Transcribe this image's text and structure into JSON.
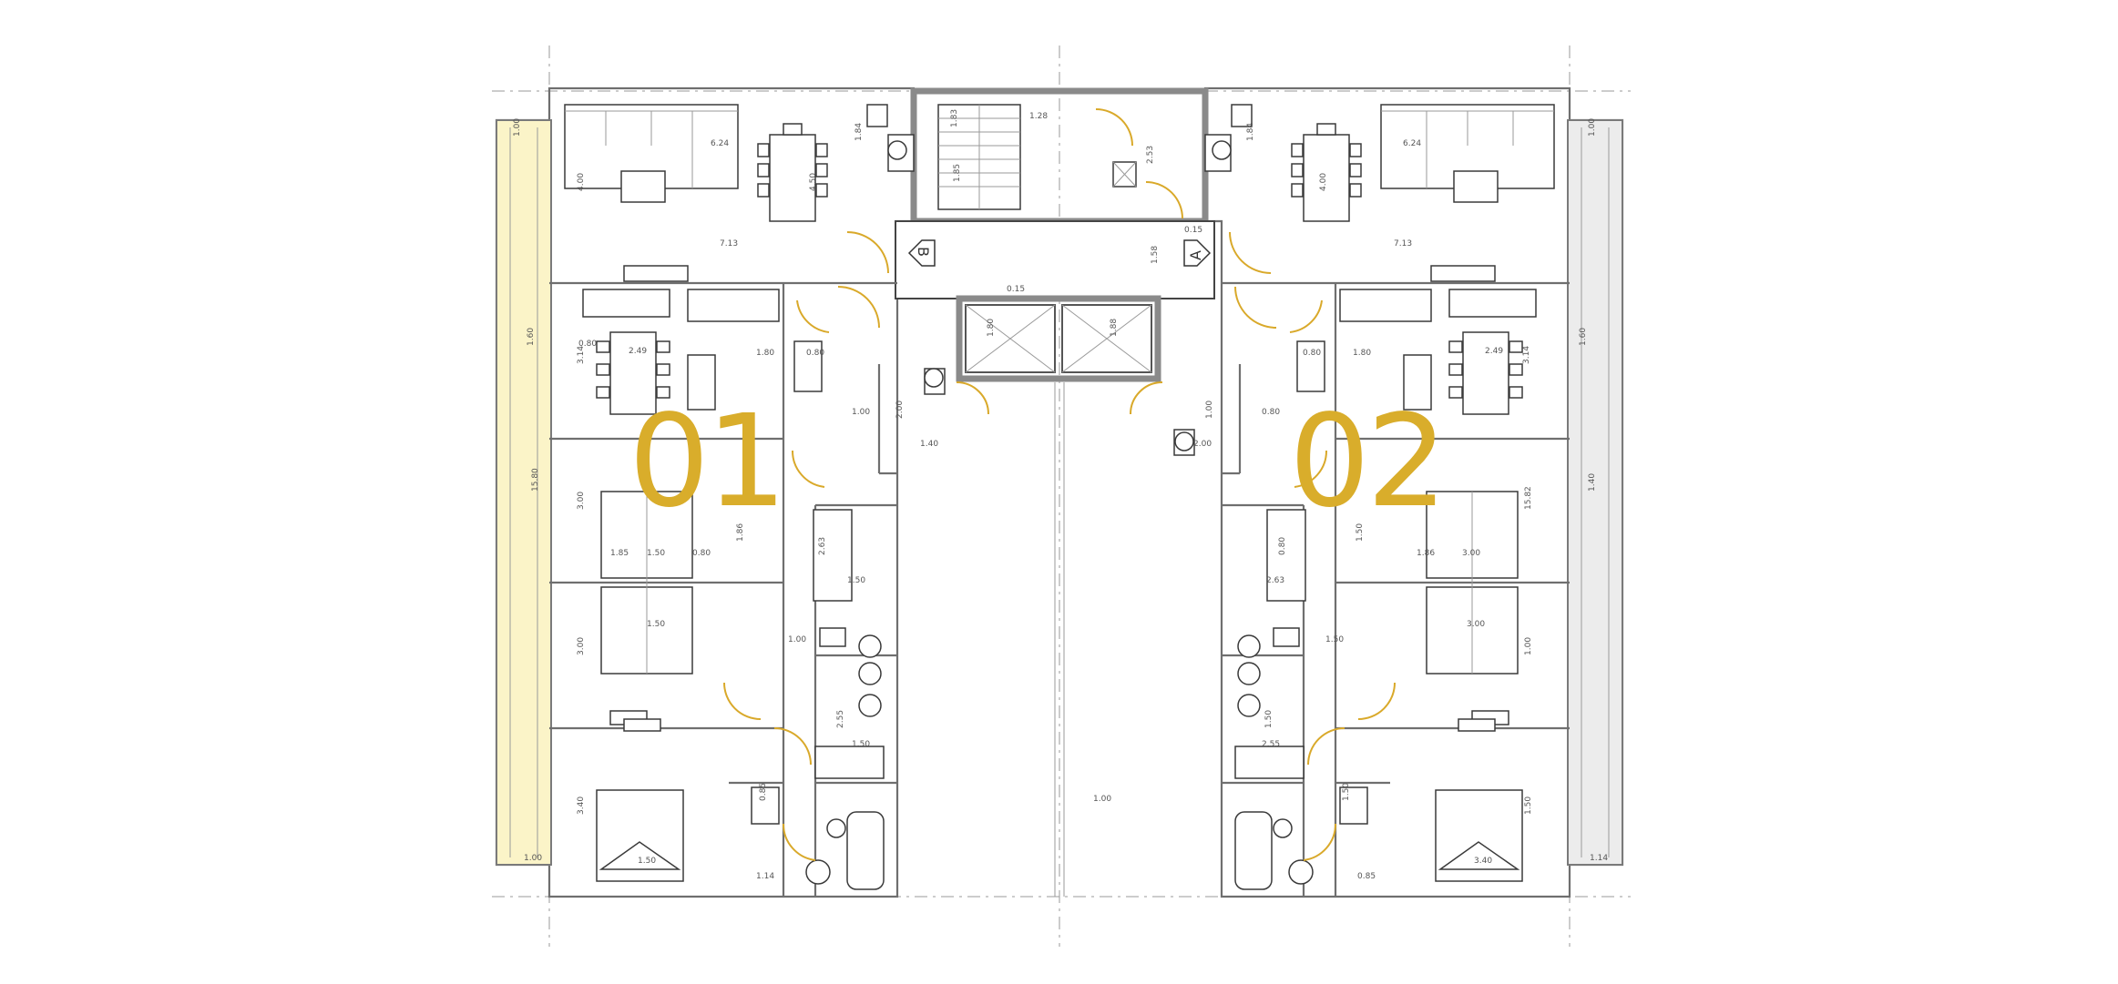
{
  "units": [
    {
      "id": "unit-01",
      "label": "01",
      "fill": "#fdf9dc"
    },
    {
      "id": "unit-02",
      "label": "02",
      "fill": "#f4f4f4"
    }
  ],
  "stair_labels": {
    "left": "B",
    "right": "A"
  },
  "colors": {
    "accent": "#d9ad2b",
    "wall": "#6f6f6f",
    "door": "#d9a92a"
  },
  "dimensions": {
    "left": [
      "1.00",
      "4.00",
      "7.13",
      "6.24",
      "4.50",
      "1.84",
      "1.60",
      "3.14",
      "2.49",
      "0.80",
      "1.80",
      "0.80",
      "1.00",
      "2.00",
      "1.40",
      "15.80",
      "3.00",
      "1.50",
      "1.86",
      "0.80",
      "1.85",
      "2.63",
      "1.50",
      "1.00",
      "3.00",
      "1.50",
      "2.55",
      "1.50",
      "3.40",
      "1.50",
      "0.85",
      "1.14",
      "1.00"
    ],
    "right": [
      "1.00",
      "4.00",
      "7.13",
      "6.24",
      "1.84",
      "1.60",
      "3.14",
      "2.49",
      "0.80",
      "1.80",
      "0.80",
      "1.00",
      "2.00",
      "1.40",
      "15.82",
      "3.00",
      "1.50",
      "1.86",
      "0.80",
      "2.63",
      "1.50",
      "1.00",
      "3.00",
      "1.50",
      "2.55",
      "1.50",
      "3.40",
      "1.50",
      "0.85",
      "1.14",
      "1.00"
    ],
    "core": [
      "1.83",
      "1.28",
      "1.85",
      "2.53",
      "0.15",
      "1.58",
      "1.80",
      "1.88",
      "0.15"
    ]
  }
}
